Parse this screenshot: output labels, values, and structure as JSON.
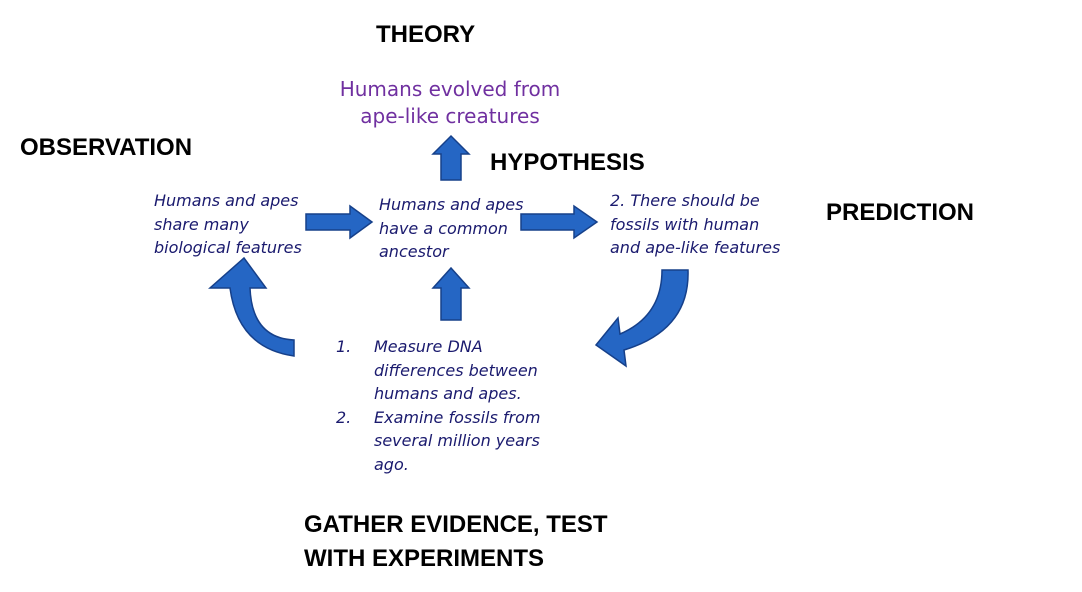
{
  "labels": {
    "theory": "THEORY",
    "observation": "OBSERVATION",
    "hypothesis": "HYPOTHESIS",
    "prediction": "PREDICTION",
    "gather_line1": "GATHER EVIDENCE, TEST",
    "gather_line2": "WITH EXPERIMENTS"
  },
  "theory_text": [
    "Humans evolved from",
    "ape-like creatures"
  ],
  "observation_text": [
    "Humans and apes",
    "share many",
    "biological features"
  ],
  "hypothesis_text": [
    "Humans and apes",
    "have a common",
    "ancestor"
  ],
  "prediction_text": [
    "2. There should be",
    "fossils with human",
    "and ape-like features"
  ],
  "evidence": [
    {
      "num": "1.",
      "lines": [
        "Measure DNA",
        "differences between",
        "humans and apes."
      ]
    },
    {
      "num": "2.",
      "lines": [
        "Examine fossils from",
        "several million years",
        "ago."
      ]
    }
  ],
  "colors": {
    "arrow_fill": "#2566c4",
    "arrow_stroke": "#16408a",
    "theory_text": "#7030a0",
    "node_text": "#1a1a6e",
    "heading_text": "#000000"
  }
}
